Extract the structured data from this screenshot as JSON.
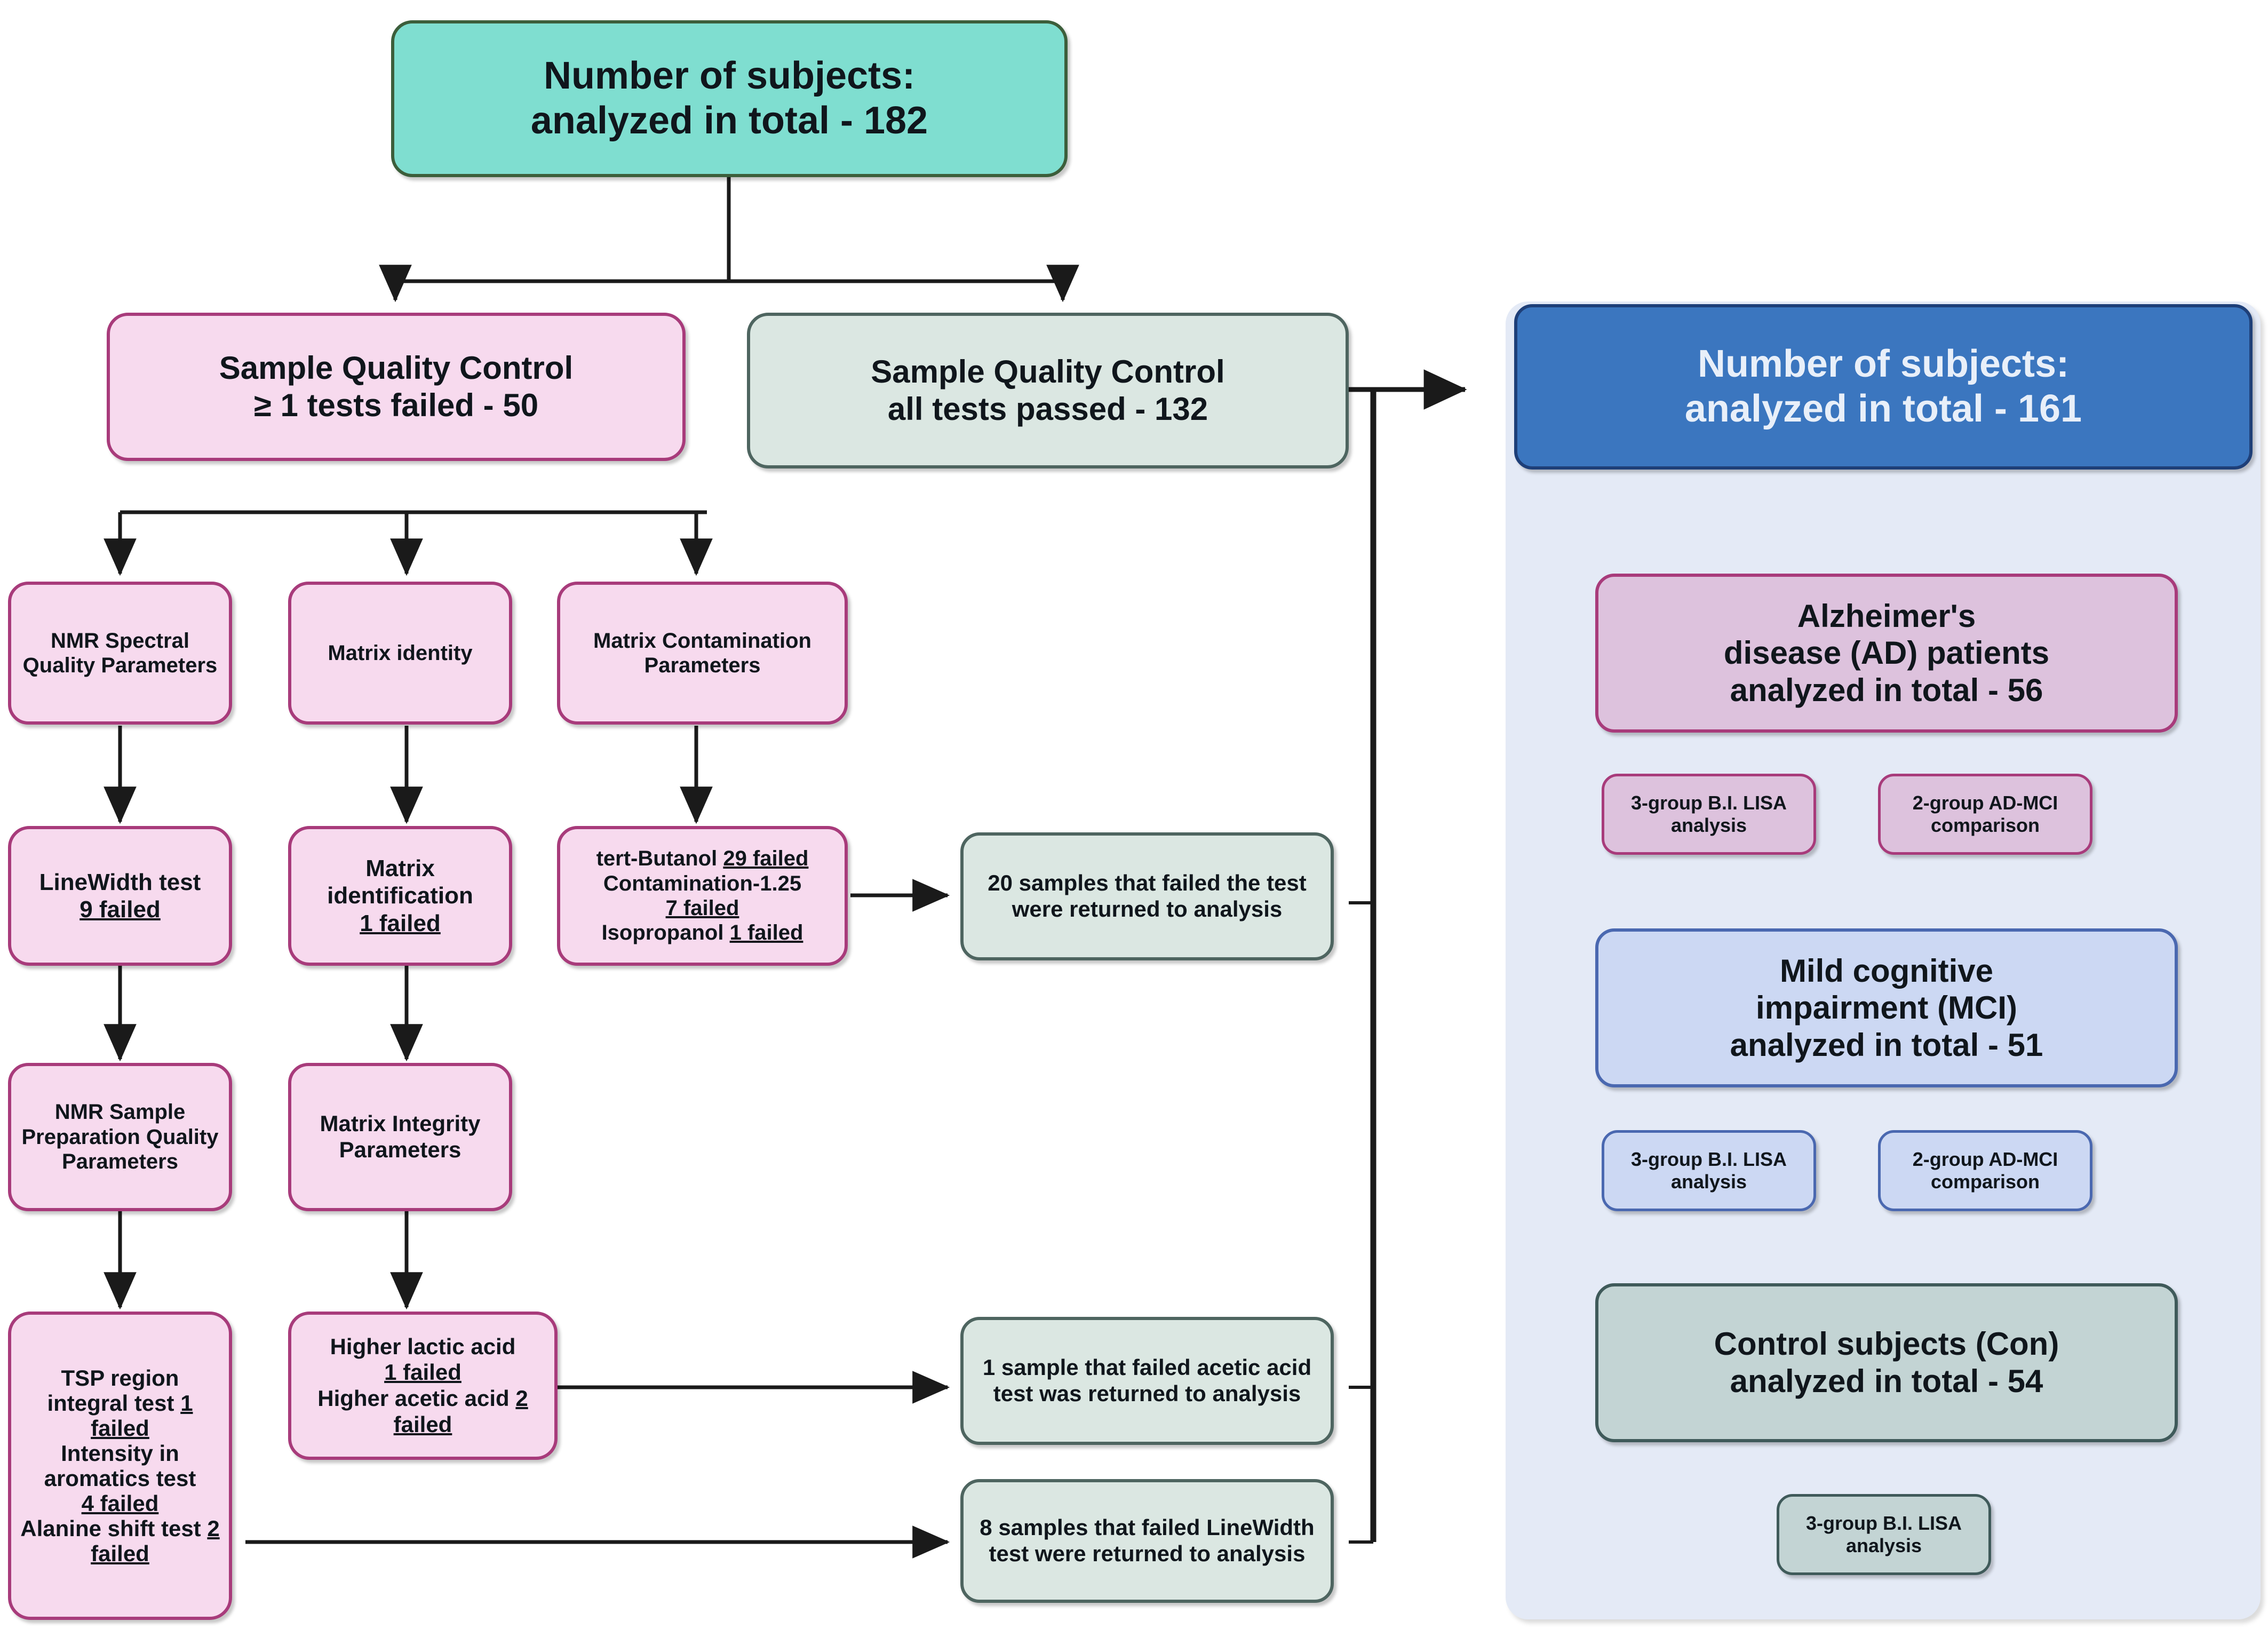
{
  "diagram": {
    "title": "Sample quality-control and subject-analysis flow",
    "colors": {
      "teal_fill": "#7fded0",
      "teal_border": "#3c5e3b",
      "pink_fill": "#f7daee",
      "pink_border": "#a83b7b",
      "sage_fill": "#dbe7e2",
      "sage_border": "#4e6560",
      "blue_fill": "#3b76bf",
      "blue_border": "#1e3f78",
      "blue_text": "#e8eff9",
      "lilac_fill": "#ddc2dd",
      "periwinkle_fill": "#ccd8f3",
      "periwinkle_border": "#4a68b0",
      "stone_fill": "#c3d4d4",
      "stone_border": "#3f5a5a",
      "panel_background": "#e4eaf6",
      "connector": "#1a1a1a",
      "page_background": "#ffffff"
    },
    "root": {
      "line1": "Number of subjects:",
      "line2": "analyzed in total - 182"
    },
    "qc_failed": {
      "line1": "Sample Quality Control",
      "line2_prefix": "≥ 1 tests failed - 50"
    },
    "qc_passed": {
      "line1": "Sample Quality Control",
      "line2": "all tests passed  - 132"
    },
    "categories": [
      {
        "label": "NMR Spectral Quality Parameters"
      },
      {
        "label": "Matrix identity"
      },
      {
        "label": "Matrix Contamination Parameters"
      }
    ],
    "tests_row1": [
      {
        "name": "LineWidth test",
        "result": "9 failed"
      },
      {
        "name": "Matrix identification",
        "result": "1 failed"
      }
    ],
    "contamination_tests": [
      {
        "name": "tert-Butanol",
        "result": "29 failed"
      },
      {
        "name": "Contamination-1.25",
        "result": "7 failed"
      },
      {
        "name": "Isopropanol",
        "result": "1 failed"
      }
    ],
    "params_row": [
      {
        "label": "NMR Sample Preparation Quality Parameters"
      },
      {
        "label": "Matrix Integrity Parameters"
      }
    ],
    "tsp_tests": [
      {
        "name": "TSP region integral test",
        "result": "1 failed"
      },
      {
        "name": "Intensity in aromatics test",
        "result": "4 failed"
      },
      {
        "name": "Alanine shift test",
        "result": "2 failed"
      }
    ],
    "acid_tests": [
      {
        "name": "Higher lactic acid",
        "result": "1 failed"
      },
      {
        "name": "Higher acetic acid",
        "result": "2 failed"
      }
    ],
    "returned": [
      {
        "text": "20 samples that failed the test were returned to analysis"
      },
      {
        "text": "1 sample that failed acetic acid test was returned to analysis"
      },
      {
        "text": "8 samples that failed LineWidth test were returned to analysis"
      }
    ],
    "panel": {
      "header": {
        "line1": "Number of subjects:",
        "line2": "analyzed in total - 161"
      },
      "groups": [
        {
          "id": "ad",
          "title_line1": "Alzheimer's",
          "title_line2": "disease (AD) patients",
          "title_line3": "analyzed in total - 56",
          "analyses": [
            {
              "line1": "3-group B.I. LISA",
              "line2": "analysis"
            },
            {
              "line1": "2-group AD-MCI",
              "line2": "comparison"
            }
          ]
        },
        {
          "id": "mci",
          "title_line1": "Mild cognitive",
          "title_line2": "impairment (MCI)",
          "title_line3": "analyzed in total - 51",
          "analyses": [
            {
              "line1": "3-group B.I. LISA",
              "line2": "analysis"
            },
            {
              "line1": "2-group AD-MCI",
              "line2": "comparison"
            }
          ]
        },
        {
          "id": "con",
          "title_line1": "Control subjects (Con)",
          "title_line2": "analyzed in total - 54",
          "analyses": [
            {
              "line1": "3-group B.I. LISA",
              "line2": "analysis"
            }
          ]
        }
      ]
    }
  }
}
